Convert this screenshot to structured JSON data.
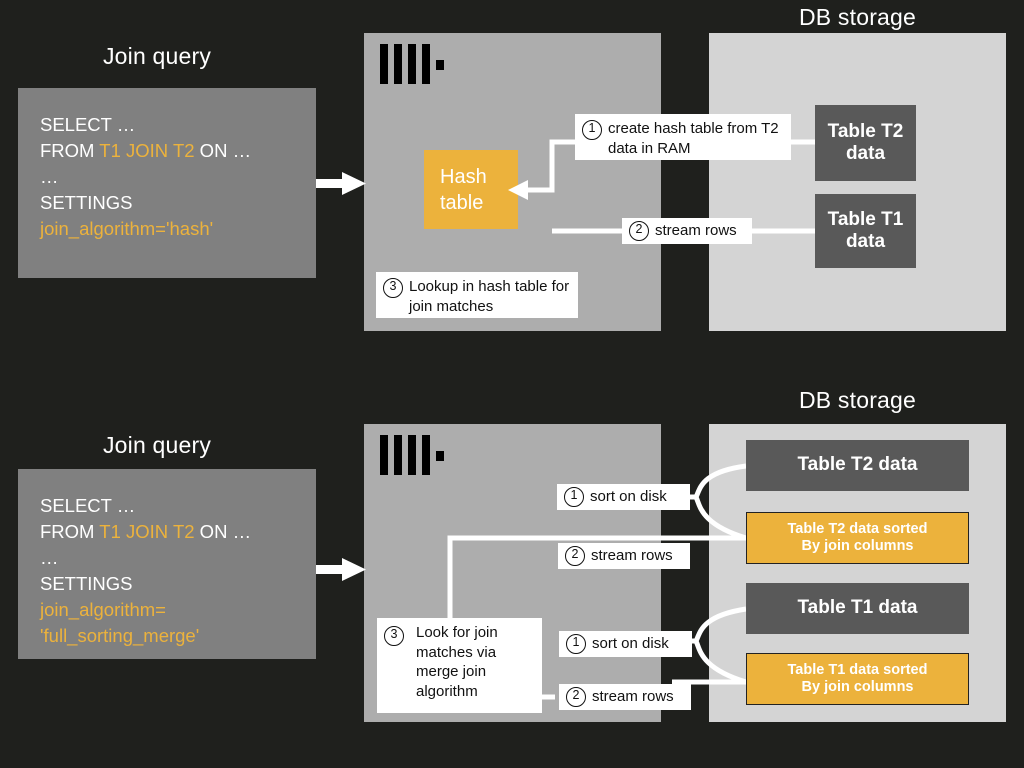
{
  "theme": {
    "background": "#1f201d",
    "server_panel": "#adadad",
    "storage_panel": "#d4d4d4",
    "query_box": "#808080",
    "accent_yellow": "#ecb23c",
    "chip_dark": "#595959",
    "callout_bg": "#ffffff",
    "text_light": "#ffffff"
  },
  "top": {
    "query_heading": "Join query",
    "storage_heading": "DB storage",
    "query": {
      "line1": "SELECT …",
      "line2_pre": "FROM ",
      "line2_hl": "T1 JOIN T2",
      "line2_post": " ON …",
      "line3": "…",
      "line4": "SETTINGS",
      "line5": "join_algorithm='hash'"
    },
    "hash_block": {
      "line1": "Hash",
      "line2": "table"
    },
    "callouts": [
      {
        "num": "1",
        "text": "create hash table from T2 data in RAM"
      },
      {
        "num": "2",
        "text": "stream rows"
      },
      {
        "num": "3",
        "text": "Lookup in hash table for join matches"
      }
    ],
    "tables": [
      {
        "label": "Table T2 data"
      },
      {
        "label": "Table T1 data"
      }
    ]
  },
  "bottom": {
    "query_heading": "Join query",
    "storage_heading": "DB storage",
    "query": {
      "line1": "SELECT …",
      "line2_pre": "FROM ",
      "line2_hl": "T1 JOIN T2",
      "line2_post": " ON …",
      "line3": "…",
      "line4": "SETTINGS",
      "line5": "join_algorithm=",
      "line6": "'full_sorting_merge'"
    },
    "callouts": [
      {
        "num": "1",
        "text": "sort on disk"
      },
      {
        "num": "2",
        "text": "stream rows"
      },
      {
        "num": "3",
        "text": "Look for join matches via merge join algorithm"
      },
      {
        "num": "1",
        "text": "sort on disk"
      },
      {
        "num": "2",
        "text": "stream rows"
      }
    ],
    "tables": [
      {
        "label": "Table T2 data",
        "kind": "dark"
      },
      {
        "label_l1": "Table T2 data sorted",
        "label_l2": "By join columns",
        "kind": "yellow"
      },
      {
        "label": "Table T1 data",
        "kind": "dark"
      },
      {
        "label_l1": "Table T1 data sorted",
        "label_l2": "By join columns",
        "kind": "yellow"
      }
    ]
  },
  "icons": {
    "clickhouse_logo": "clickhouse-logo-icon",
    "flow_arrow": "arrow-right-icon"
  }
}
